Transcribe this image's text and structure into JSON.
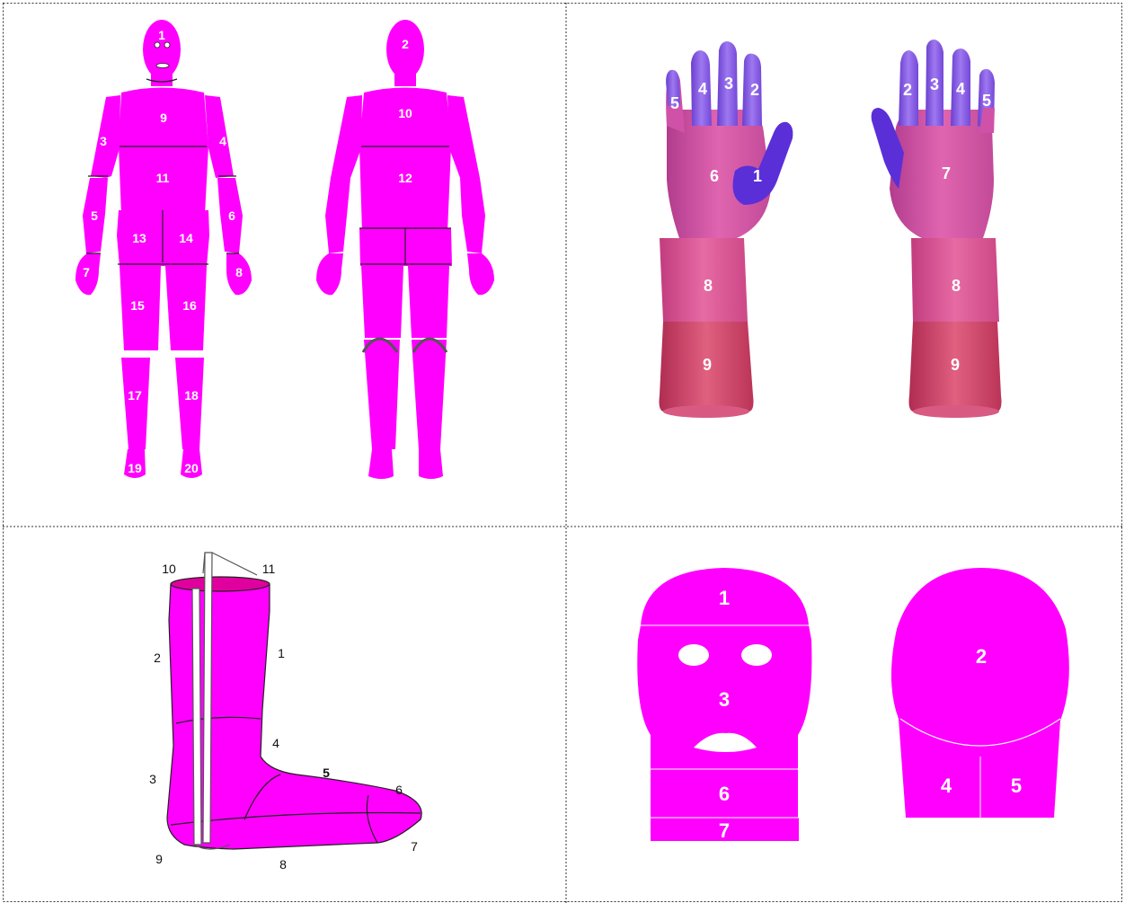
{
  "colors": {
    "magenta": "#ff00ff",
    "hand_pink": "#d9509e",
    "finger_blue": "#8a57e8",
    "thumb_blue": "#5a2fd8",
    "sleeve_upper": "#d94f8c",
    "sleeve_lower": "#c8385e",
    "grid_line": "#333333"
  },
  "panels": {
    "body": {
      "front_labels": [
        "1",
        "3",
        "4",
        "5",
        "6",
        "7",
        "8",
        "9",
        "11",
        "13",
        "14",
        "15",
        "16",
        "17",
        "18",
        "19",
        "20"
      ],
      "back_labels": [
        "2",
        "10",
        "12"
      ]
    },
    "hands": {
      "left_hand_labels": [
        "5",
        "4",
        "3",
        "2",
        "6",
        "1",
        "8",
        "9"
      ],
      "right_hand_labels": [
        "2",
        "3",
        "4",
        "5",
        "7",
        "8",
        "9"
      ]
    },
    "boot": {
      "labels": [
        "10",
        "11",
        "2",
        "1",
        "4",
        "5",
        "6",
        "3",
        "9",
        "8",
        "7"
      ]
    },
    "head": {
      "front_labels": [
        "1",
        "3",
        "6",
        "7"
      ],
      "back_labels": [
        "2",
        "4",
        "5"
      ]
    }
  }
}
